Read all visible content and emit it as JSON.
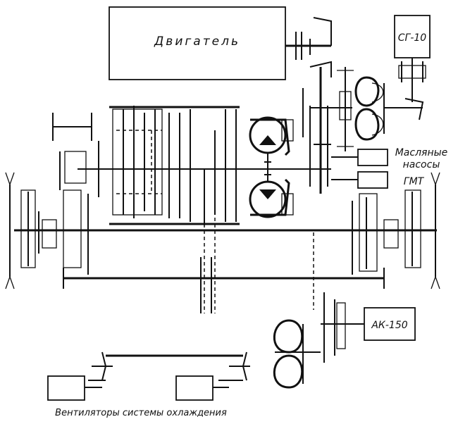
{
  "labels": {
    "engine": "Двигатель",
    "generator": "СГ-10",
    "oil_pumps_line1": "Масляные",
    "oil_pumps_line2": "насосы",
    "hydro_transmission": "ГМТ",
    "compressor": "АК-150",
    "fans": "Вентиляторы системы охлаждения"
  },
  "colors": {
    "ink": "#111111",
    "paper": "#ffffff"
  }
}
